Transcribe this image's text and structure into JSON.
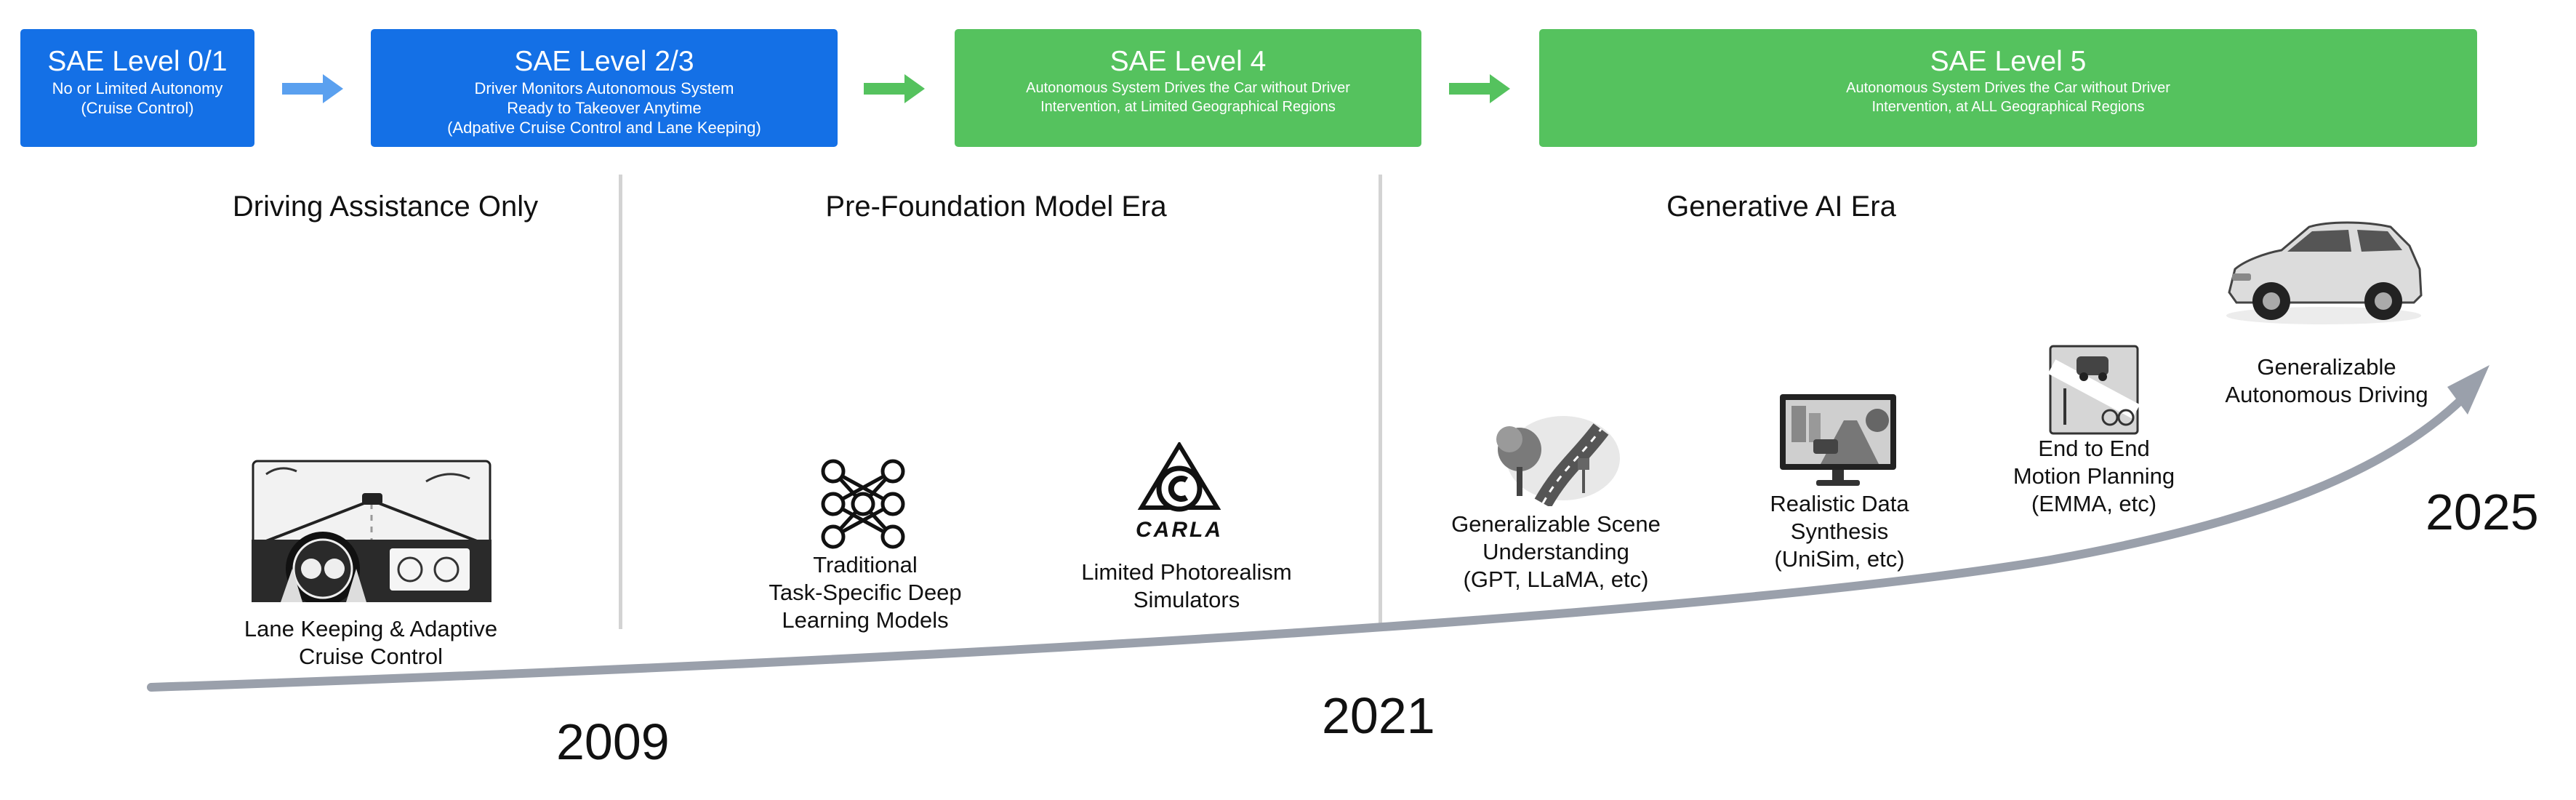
{
  "sae": [
    {
      "title": "SAE Level 0/1",
      "lines": [
        "No or Limited Autonomy",
        "(Cruise Control)"
      ]
    },
    {
      "title": "SAE Level 2/3",
      "lines": [
        "Driver Monitors Autonomous System",
        "Ready to Takeover Anytime",
        "(Adpative Cruise Control and Lane Keeping)"
      ]
    },
    {
      "title": "SAE Level 4",
      "lines": [
        "Autonomous System Drives the Car without Driver",
        "Intervention, at Limited Geographical Regions"
      ]
    },
    {
      "title": "SAE Level 5",
      "lines": [
        "Autonomous System Drives the Car without Driver",
        "Intervention, at ALL Geographical Regions"
      ]
    }
  ],
  "eras": [
    "Driving Assistance Only",
    "Pre-Foundation Model Era",
    "Generative AI Era"
  ],
  "milestones": [
    {
      "lines": [
        "Lane Keeping & Adaptive",
        "Cruise Control"
      ],
      "icon": "dashboard-icon"
    },
    {
      "lines": [
        "Traditional",
        "Task-Specific Deep",
        "Learning Models"
      ],
      "icon": "neural-network-icon"
    },
    {
      "lines": [
        "Limited Photorealism",
        "Simulators"
      ],
      "icon": "carla-logo-icon"
    },
    {
      "lines": [
        "Generalizable Scene",
        "Understanding",
        "(GPT, LLaMA, etc)"
      ],
      "icon": "road-scene-icon"
    },
    {
      "lines": [
        "Realistic Data",
        "Synthesis",
        "(UniSim, etc)"
      ],
      "icon": "monitor-icon"
    },
    {
      "lines": [
        "End to End",
        "Motion Planning",
        "(EMMA, etc)"
      ],
      "icon": "motion-planning-icon"
    },
    {
      "lines": [
        "Generalizable",
        "Autonomous Driving"
      ],
      "icon": "car-icon"
    }
  ],
  "carla_logo_text": "CARLA",
  "years": [
    "2009",
    "2021",
    "2025"
  ],
  "colors": {
    "blue": "#1470e6",
    "green": "#55c25e",
    "arrow_blue": "#5aa0ef",
    "trend": "#9aa0ab",
    "divider": "#d3d3d3"
  }
}
